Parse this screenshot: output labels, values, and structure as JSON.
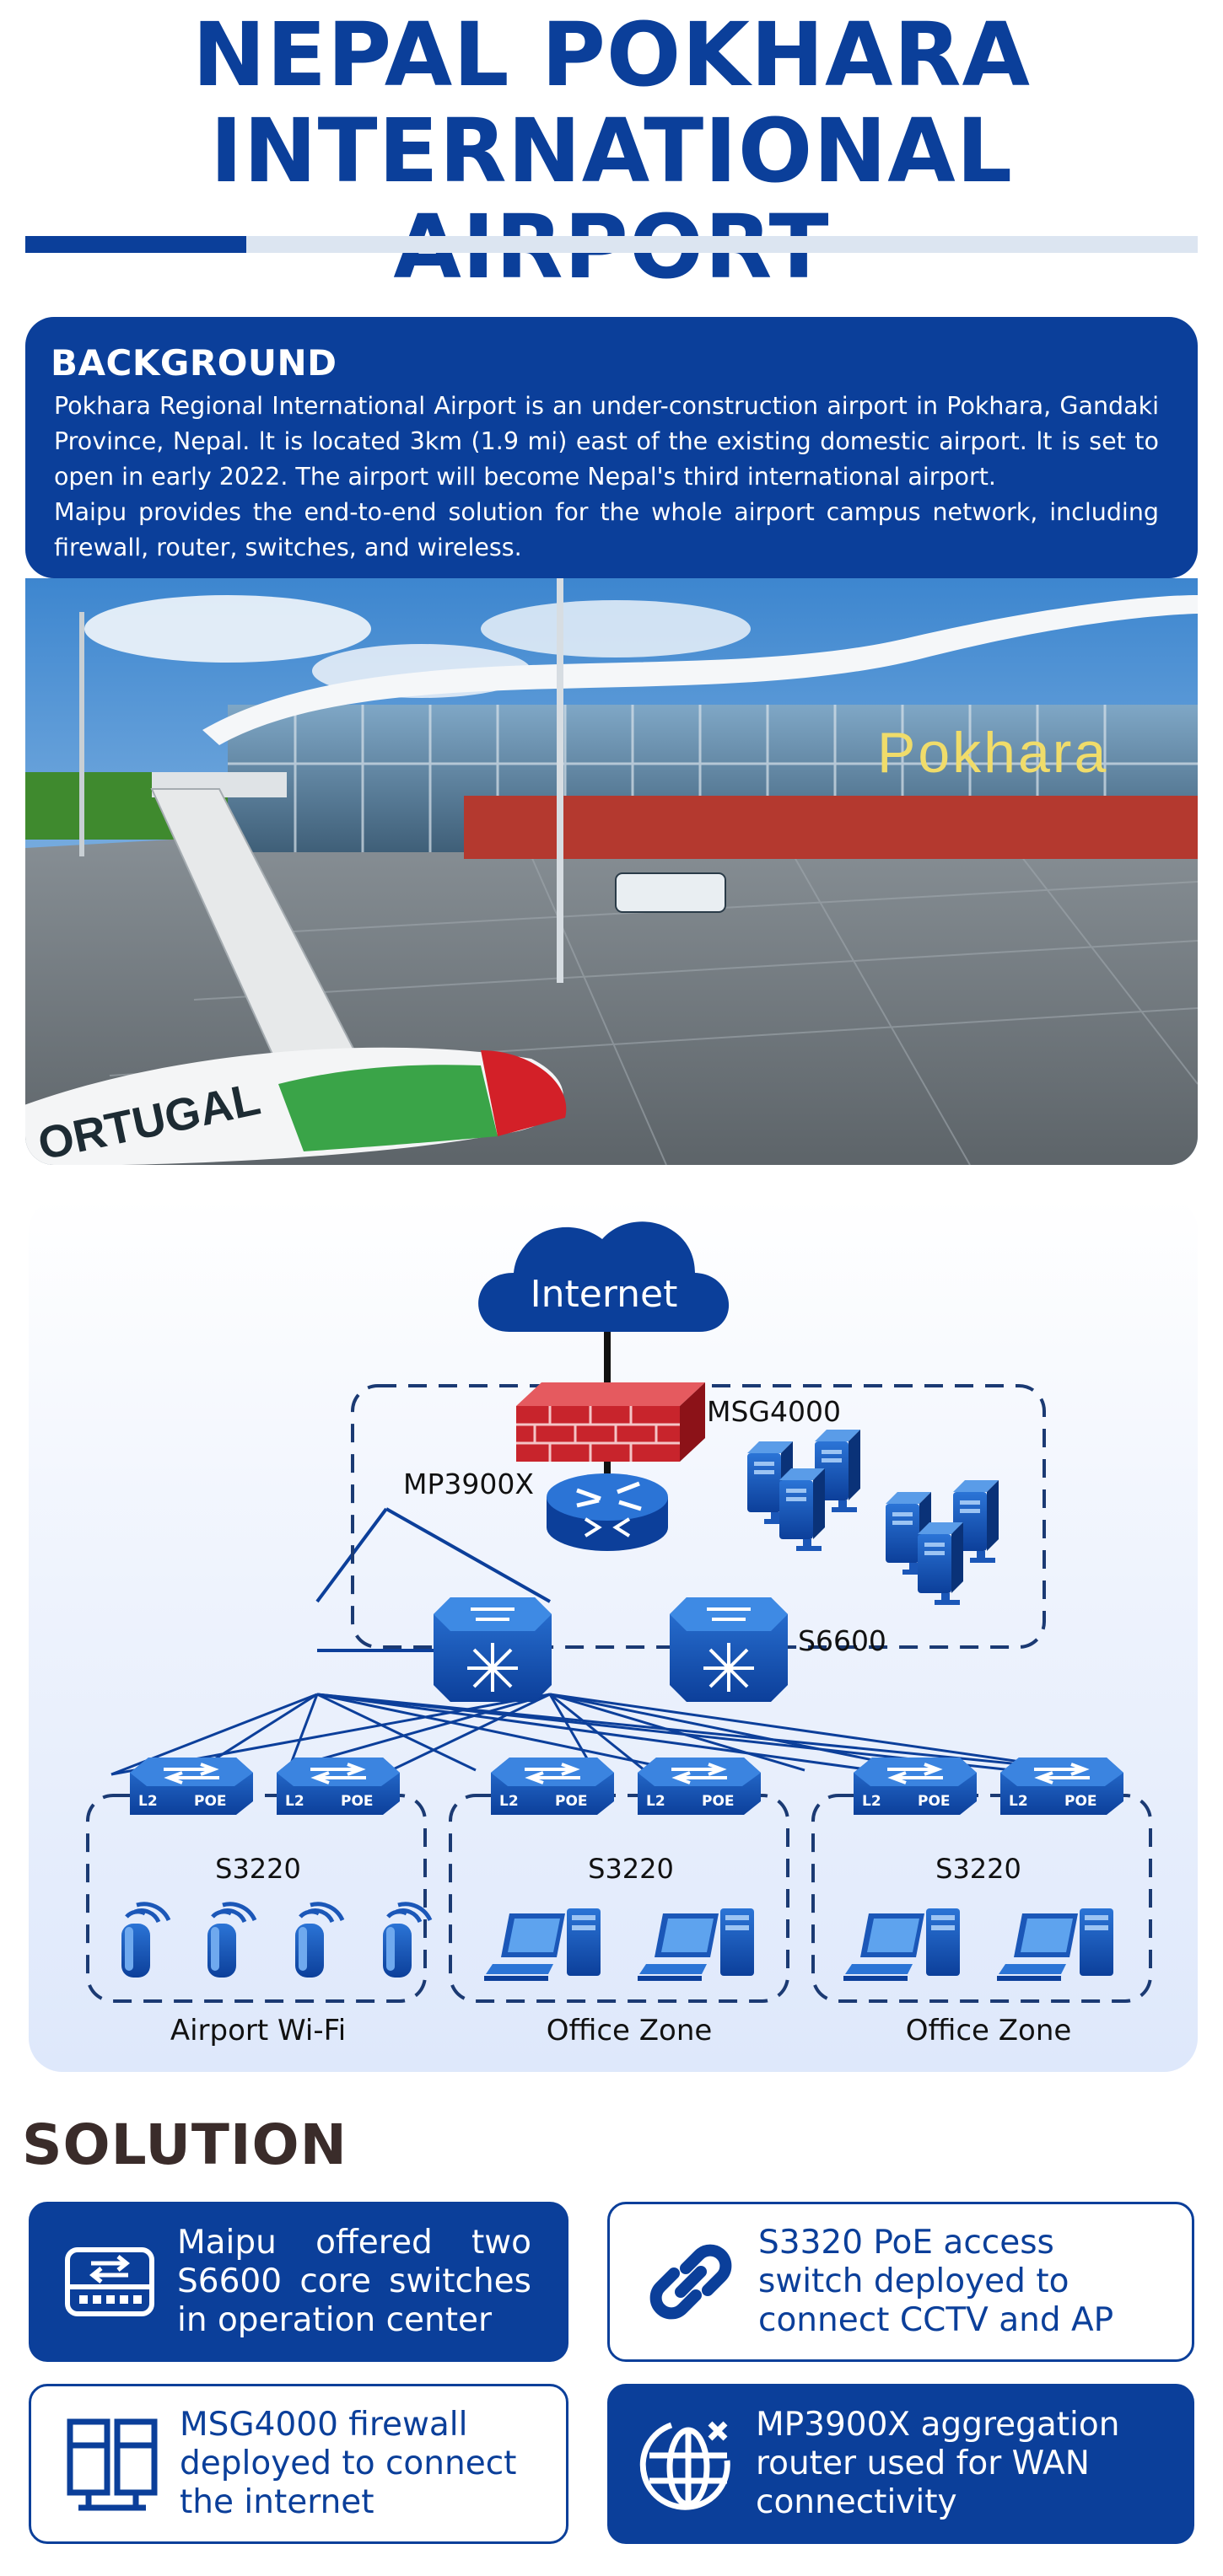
{
  "header": {
    "title_line1": "NEPAL POKHARA",
    "title_line2": "INTERNATIONAL AIRPORT"
  },
  "background": {
    "heading": "BACKGROUND",
    "paragraph1": "Pokhara Regional International Airport is an under-construction airport in Pokhara, Gandaki Province, Nepal. lt is located 3km (1.9 mi) east of the existing domestic airport. lt is set to open in early 2022. The airport will become Nepal's third international airport.",
    "paragraph2": "Maipu provides the end-to-end solution for the whole airport campus network, including firewall, router, switches, and wireless."
  },
  "photo": {
    "terminal_sign": "Pokhara",
    "plane_livery": "ORTUGAL"
  },
  "diagram": {
    "cloud_label": "Internet",
    "firewall_label": "MSG4000",
    "router_label": "MP3900X",
    "core_label": "S6600",
    "zones": [
      {
        "switch_label": "S3220",
        "zone_label": "Airport Wi-Fi"
      },
      {
        "switch_label": "S3220",
        "zone_label": "Office Zone"
      },
      {
        "switch_label": "S3220",
        "zone_label": "Office Zone"
      }
    ],
    "switch_badge_l2": "L2",
    "switch_badge_poe": "POE"
  },
  "solution": {
    "heading": "SOLUTION",
    "cards": [
      {
        "text": "Maipu offered two S6600 core switches in operation center",
        "icon": "switch-icon"
      },
      {
        "text": "S3320 PoE access switch deployed to connect CCTV and AP",
        "icon": "link-icon"
      },
      {
        "text": "MSG4000 firewall deployed to connect the internet",
        "icon": "server-icon"
      },
      {
        "text": "MP3900X aggregation router used for WAN connectivity",
        "icon": "globe-router-icon"
      }
    ]
  },
  "colors": {
    "brand_blue": "#0b3f9a",
    "firewall_red": "#c8242c",
    "solution_heading": "#3a2c2a"
  }
}
